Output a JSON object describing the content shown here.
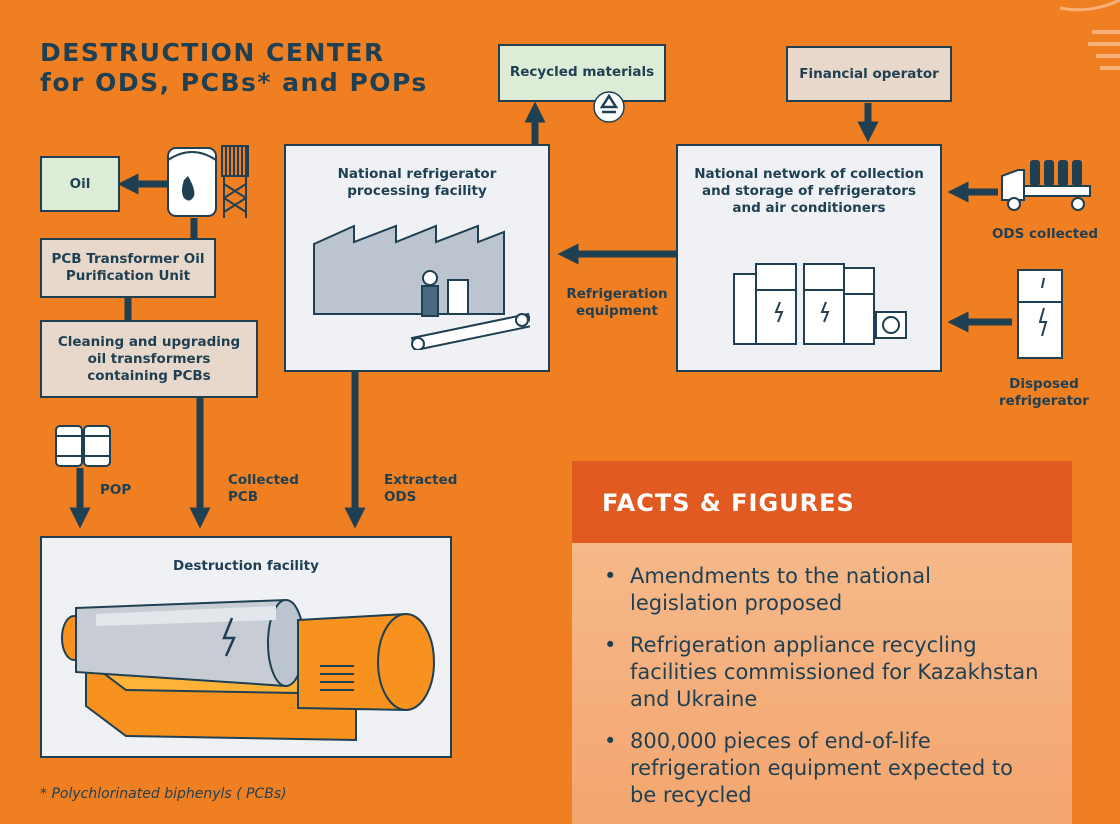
{
  "title": {
    "line1": "DESTRUCTION CENTER",
    "line2": "for ODS, PCBs* and POPs"
  },
  "nodes": {
    "oil": "Oil",
    "pcb_unit": "PCB Transformer Oil Purification Unit",
    "cleaning": "Cleaning and upgrading oil transformers containing PCBs",
    "recycled": "Recycled materials",
    "processing": "National refrigerator processing facility",
    "financial": "Financial operator",
    "network": "National network of collection and storage of refrigerators and air conditioners",
    "destruction": "Destruction facility"
  },
  "edge_labels": {
    "refrigeration_equipment": "Refrigeration equipment",
    "pop": "POP",
    "collected_pcb": "Collected PCB",
    "extracted_ods": "Extracted ODS",
    "ods_collected": "ODS collected",
    "disposed_refrigerator": "Disposed refrigerator"
  },
  "facts": {
    "heading": "FACTS & FIGURES",
    "items": [
      "Amendments to the national legislation proposed",
      "Refrigeration appliance recycling facilities commissioned for Kazakhstan and Ukraine",
      "800,000 pieces of end-of-life refrigeration equipment expected to be recycled"
    ]
  },
  "footnote": "* Polychlorinated biphenyls ( PCBs)",
  "colors": {
    "background": "#F07F22",
    "navy": "#1f3f52",
    "facts_header": "#E05A22",
    "facts_body": "#F5B07D"
  }
}
